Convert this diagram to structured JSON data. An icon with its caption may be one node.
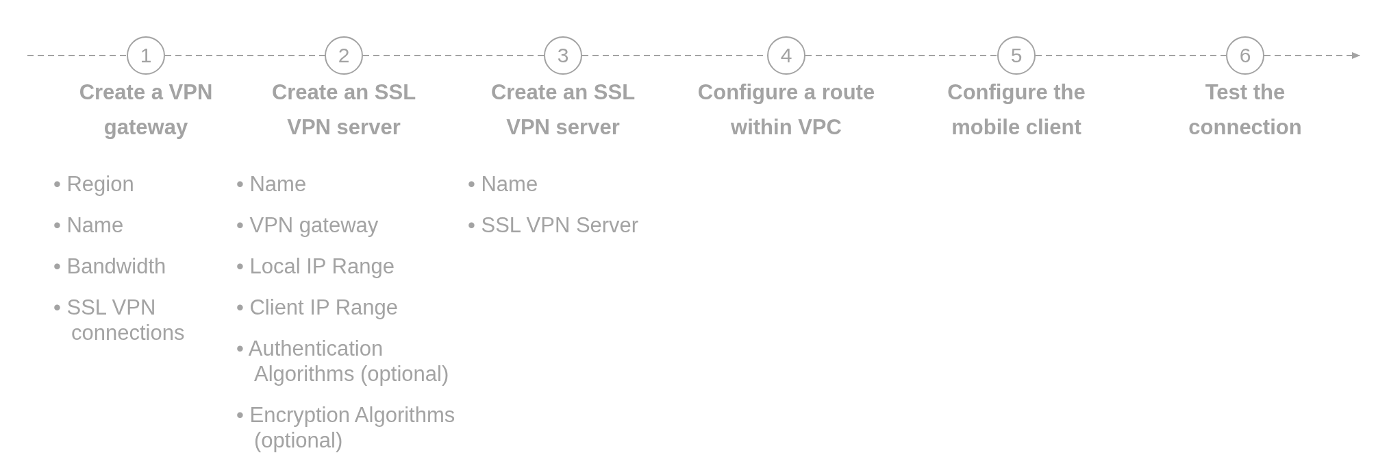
{
  "diagram": {
    "nodes": [
      {
        "text": [
          "1",
          "Create a VPN gateway"
        ],
        "beside": [
          "• Region",
          "• Name",
          "• Bandwidth",
          "• SSL VPN connections"
        ]
      },
      {
        "text": [
          "2",
          "Create an SSL VPN server"
        ],
        "beside": [
          "• Name",
          "• VPN gateway",
          "• Local IP Range",
          "• Client IP Range",
          "• Authentication Algorithms (optional)",
          "• Encryption Algorithms (optional)"
        ]
      },
      {
        "text": [
          "3",
          "Create an SSL VPN server"
        ],
        "beside": [
          "• Name",
          "• SSL VPN Server"
        ]
      },
      {
        "text": [
          "4",
          "Configure a route within VPC"
        ]
      },
      {
        "text": [
          "5",
          "Configure the mobile client"
        ]
      },
      {
        "text": [
          "6",
          "Test the connection"
        ]
      }
    ],
    "edges": [
      {
        "from": null,
        "to": 0,
        "arrow": "none",
        "style": "dashed"
      },
      {
        "from": 0,
        "to": 1,
        "arrow": "none",
        "style": "dashed"
      },
      {
        "from": 1,
        "to": 2,
        "arrow": "none",
        "style": "dashed"
      },
      {
        "from": 2,
        "to": 3,
        "arrow": "none",
        "style": "dashed"
      },
      {
        "from": 3,
        "to": 4,
        "arrow": "none",
        "style": "dashed"
      },
      {
        "from": 4,
        "to": 5,
        "arrow": "none",
        "style": "dashed"
      },
      {
        "from": 5,
        "to": null,
        "arrow": "to",
        "style": "dashed"
      }
    ]
  }
}
